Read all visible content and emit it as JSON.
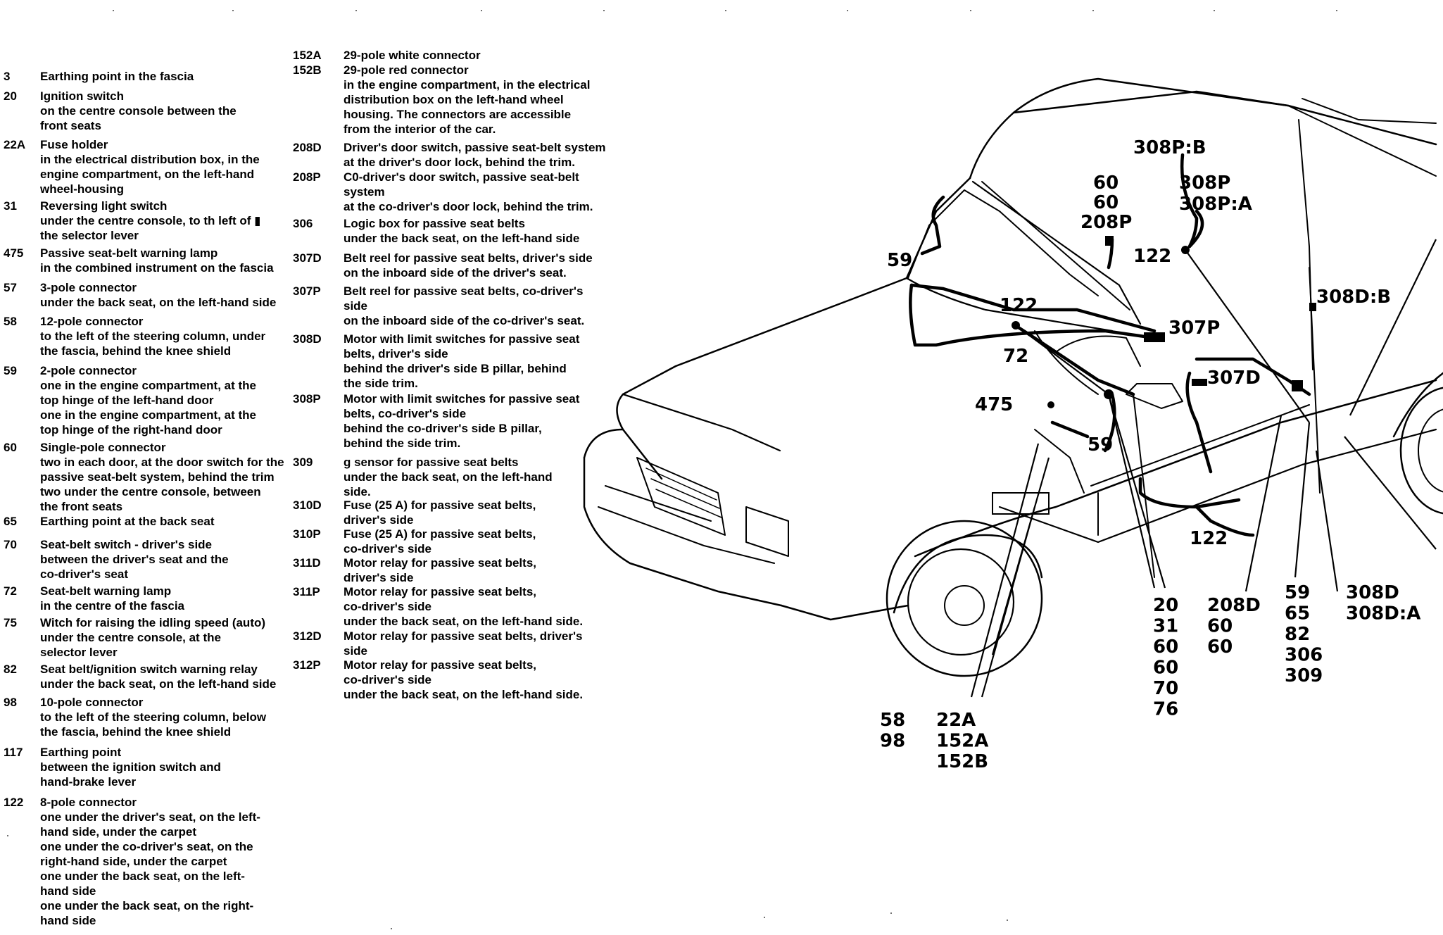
{
  "left_legend": [
    {
      "code": "3",
      "title": "Earthing point in the fascia",
      "desc": []
    },
    {
      "code": "20",
      "title": "Ignition switch",
      "desc": [
        "on the centre console between the",
        "front seats"
      ]
    },
    {
      "code": "22A",
      "title": "Fuse holder",
      "desc": [
        "in the electrical distribution box, in the",
        "engine compartment, on the left-hand",
        "wheel-housing"
      ]
    },
    {
      "code": "31",
      "title": "Reversing light switch",
      "desc": [
        "under the centre console, to th left of ▮",
        "the selector lever"
      ]
    },
    {
      "code": "475",
      "title": "Passive seat-belt warning lamp",
      "desc": [
        "in the combined instrument on the fascia"
      ]
    },
    {
      "code": "57",
      "title": "3-pole connector",
      "desc": [
        "under the back seat, on the left-hand side"
      ]
    },
    {
      "code": "58",
      "title": "12-pole connector",
      "desc": [
        "to the left of the steering column, under",
        "the fascia, behind the knee shield"
      ]
    },
    {
      "code": "59",
      "title": "2-pole connector",
      "desc": [
        "one in the engine compartment, at the",
        "top hinge of the left-hand door",
        "one in the engine compartment, at the",
        "top hinge of the right-hand door"
      ]
    },
    {
      "code": "60",
      "title": "Single-pole connector",
      "desc": [
        "two in each door, at the door switch for the",
        "passive seat-belt system, behind the trim",
        "two under the centre console, between",
        "the front seats"
      ]
    },
    {
      "code": "65",
      "title": "Earthing point at the back seat",
      "desc": []
    },
    {
      "code": "70",
      "title": "Seat-belt switch - driver's side",
      "desc": [
        "between the driver's seat and the",
        "co-driver's seat"
      ]
    },
    {
      "code": "72",
      "title": "Seat-belt warning lamp",
      "desc": [
        "in the centre of the fascia"
      ]
    },
    {
      "code": "75",
      "title": "Witch for raising the idling speed (auto)",
      "desc": [
        "under the centre console, at the",
        "selector lever"
      ]
    },
    {
      "code": "82",
      "title": "Seat belt/ignition switch warning relay",
      "desc": [
        "under the back seat, on the left-hand side"
      ]
    },
    {
      "code": "98",
      "title": "10-pole connector",
      "desc": [
        "to the left of the steering column, below",
        "the fascia, behind the knee shield"
      ]
    },
    {
      "code": "117",
      "title": "Earthing point",
      "desc": [
        "between the ignition switch and",
        "hand-brake lever"
      ]
    },
    {
      "code": "122",
      "title": "8-pole connector",
      "desc": [
        "one under the driver's seat, on the left-",
        "hand side, under the carpet",
        "one under the co-driver's seat, on the",
        "right-hand side, under the carpet",
        "one under the back seat, on the left-",
        "hand side",
        "one under the back seat, on the right-",
        "hand side"
      ]
    }
  ],
  "middle_legend": [
    {
      "code": "152A",
      "title": "29-pole white connector",
      "desc": []
    },
    {
      "code": "152B",
      "title": "29-pole red connector",
      "desc": [
        "in the engine compartment, in the electrical",
        "distribution box on the left-hand wheel",
        "housing. The connectors are accessible",
        "from the interior of the car."
      ]
    },
    {
      "code": "208D",
      "title": "Driver's door switch, passive seat-belt system",
      "desc": [
        "at the driver's door lock, behind the trim."
      ]
    },
    {
      "code": "208P",
      "title": "C0-driver's door switch, passive seat-belt",
      "desc": [
        "system",
        "at the co-driver's door lock, behind the trim."
      ]
    },
    {
      "code": "306",
      "title": "Logic box for passive seat belts",
      "desc": [
        "under the back seat, on the left-hand side"
      ]
    },
    {
      "code": "307D",
      "title": "Belt reel for passive seat belts, driver's side",
      "desc": [
        "on the inboard side of the driver's seat."
      ]
    },
    {
      "code": "307P",
      "title": "Belt reel for passive seat belts, co-driver's",
      "desc": [
        "side",
        "on the inboard side of the co-driver's seat."
      ]
    },
    {
      "code": "308D",
      "title": "Motor with limit switches for passive seat",
      "desc": [
        "belts, driver's side",
        "behind the driver's side B pillar, behind",
        "the side trim."
      ]
    },
    {
      "code": "308P",
      "title": "Motor with limit switches for passive seat",
      "desc": [
        "belts, co-driver's side",
        "behind the co-driver's side B pillar,",
        "behind  the side trim."
      ]
    },
    {
      "code": "309",
      "title": "g sensor for passive seat belts",
      "desc": [
        "under the back seat, on the left-hand",
        "side."
      ]
    },
    {
      "code": "310D",
      "title": "Fuse (25 A) for passive seat belts,",
      "desc": [
        "driver's side"
      ]
    },
    {
      "code": "310P",
      "title": "Fuse (25 A) for passive seat belts,",
      "desc": [
        "co-driver's side"
      ]
    },
    {
      "code": "311D",
      "title": "Motor relay for passive seat belts,",
      "desc": [
        "driver's side"
      ]
    },
    {
      "code": "311P",
      "title": "Motor relay for passive seat belts,",
      "desc": [
        "co-driver's side",
        "under the back seat, on the left-hand side."
      ]
    },
    {
      "code": "312D",
      "title": "Motor relay for passive seat belts, driver's",
      "desc": [
        "side"
      ]
    },
    {
      "code": "312P",
      "title": "Motor relay for passive seat belts,",
      "desc": [
        "co-driver's side",
        "under the back seat, on the left-hand side."
      ]
    }
  ],
  "diagram_labels": {
    "c308p_b": "308P:B",
    "c308p": "308P",
    "c308p_a": "308P:A",
    "c60a": "60",
    "c60b": "60",
    "c208p": "208P",
    "c122a": "122",
    "c59a": "59",
    "c122b": "122",
    "c307p": "307P",
    "c308d_b": "308D:B",
    "c72": "72",
    "c307d": "307D",
    "c475": "475",
    "c59b": "59",
    "c122c": "122",
    "g1": [
      "20",
      "31",
      "60",
      "60",
      "70",
      "76"
    ],
    "g2": [
      "208D",
      "60",
      "60"
    ],
    "g3": [
      "59",
      "65",
      "82",
      "306",
      "309"
    ],
    "g4": [
      "308D",
      "308D:A"
    ],
    "g5": [
      "58",
      "98"
    ],
    "g6": [
      "22A",
      "152A",
      "152B"
    ]
  }
}
